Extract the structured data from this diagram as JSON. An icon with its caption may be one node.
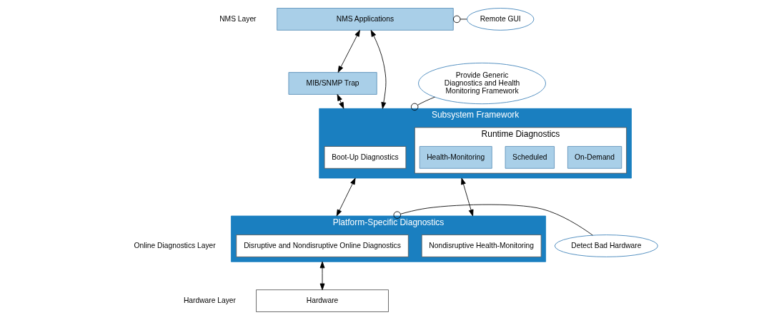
{
  "diagram": {
    "nodes": [
      {
        "text": [
          "NMS Applications"
        ]
      },
      {
        "text": [
          "Remote GUI"
        ]
      },
      {
        "text": [
          "MIB/SNMP Trap"
        ]
      },
      {
        "text": [
          "Provide Generic Diagnostics and Health Monitoring Framework"
        ]
      },
      {
        "text": [
          "Subsystem Framework"
        ]
      },
      {
        "text": [
          "Boot-Up Diagnostics"
        ],
        "in": 4
      },
      {
        "text": [
          "Runtime Diagnostics"
        ],
        "in": 4
      },
      {
        "text": [
          "On-Demand"
        ],
        "in": 6
      },
      {
        "text": [
          "Scheduled"
        ],
        "in": 6
      },
      {
        "text": [
          "Health-Monitoring"
        ],
        "in": 6
      },
      {
        "text": [
          "Detect Bad Hardware"
        ]
      },
      {
        "text": [
          "Platform-Specific Diagnostics"
        ]
      },
      {
        "text": [
          "Disruptive and Nondisruptive Online Diagnostics"
        ],
        "in": 11
      },
      {
        "text": [
          "Nondisruptive Health-Monitoring"
        ],
        "in": 11
      },
      {
        "text": [
          "Hardware"
        ]
      }
    ],
    "edges": [
      {
        "from": 1,
        "to": 0,
        "arrow": "other"
      },
      {
        "from": 0,
        "to": 2,
        "arrow": "both"
      },
      {
        "from": 0,
        "to": 4,
        "arrow": "both"
      },
      {
        "from": 2,
        "to": 4,
        "arrow": "both"
      },
      {
        "from": 3,
        "to": 4,
        "arrow": "other"
      },
      {
        "from": 4,
        "to": 11,
        "arrow": "both"
      },
      {
        "from": 4,
        "to": 11,
        "arrow": "both"
      },
      {
        "from": 10,
        "to": 11,
        "arrow": "other"
      },
      {
        "from": 11,
        "to": 14,
        "arrow": "both"
      }
    ],
    "labels": [
      "NMS Layer",
      "Online Diagnostics Layer",
      "Hardware Layer"
    ]
  }
}
